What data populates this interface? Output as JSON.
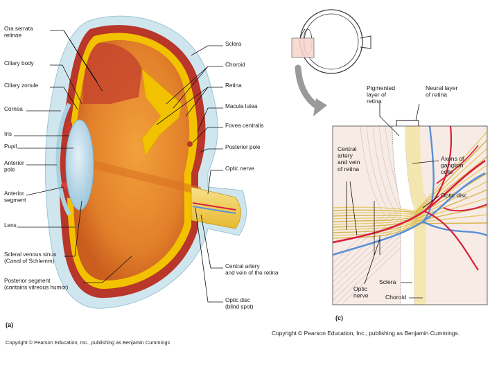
{
  "panel_a": {
    "panel_label": "(a)",
    "copyright": "Copyright © Pearson Education, Inc., publishing as Benjamin Cummings",
    "labels_left": [
      [
        "Ora serrata",
        "retinae"
      ],
      [
        "Ciliary body"
      ],
      [
        "Ciliary zonule"
      ],
      [
        "Cornea"
      ],
      [
        "Iris"
      ],
      [
        "Pupil"
      ],
      [
        "Anterior",
        "pole"
      ],
      [
        "Anterior",
        "segment"
      ],
      [
        "Lens"
      ],
      [
        "Scleral venous sinus",
        "(Canal of Schlemm)"
      ],
      [
        "Posterior segment",
        "(contains vitreous humor)"
      ]
    ],
    "labels_right": [
      [
        "Sclera"
      ],
      [
        "Choroid"
      ],
      [
        "Retina"
      ],
      [
        "Macula lutea"
      ],
      [
        "Fovea centralis"
      ],
      [
        "Posterior pole"
      ],
      [
        "Optic nerve"
      ],
      [
        "Central artery",
        "and vein of the retina"
      ],
      [
        "Optic disc",
        "(blind spot)"
      ]
    ]
  },
  "panel_c": {
    "panel_label": "(c)",
    "copyright": "Copyright © Pearson Education, Inc., publishing as Benjamin Cummings.",
    "labels": {
      "pigmented": [
        "Pigmented",
        "layer of",
        "retina"
      ],
      "neural": [
        "Neural layer",
        "of retina"
      ],
      "central": [
        "Central",
        "artery",
        "and vein",
        "of retina"
      ],
      "axons": [
        "Axons of",
        "ganglion",
        "cells"
      ],
      "optic_disc": [
        "Optic disc"
      ],
      "optic_nerve": [
        "Optic",
        "nerve"
      ],
      "sclera": [
        "Sclera"
      ],
      "choroid": [
        "Choroid"
      ]
    }
  },
  "colors": {
    "sclera": "#cfe6ee",
    "choroid": "#b8362a",
    "retina": "#f2c200",
    "vitreous": "#e98a2a",
    "lens": "#bcd9e8",
    "artery": "#d81e3c",
    "vein": "#5b8fd6",
    "arrow": "#9a9a9a"
  }
}
